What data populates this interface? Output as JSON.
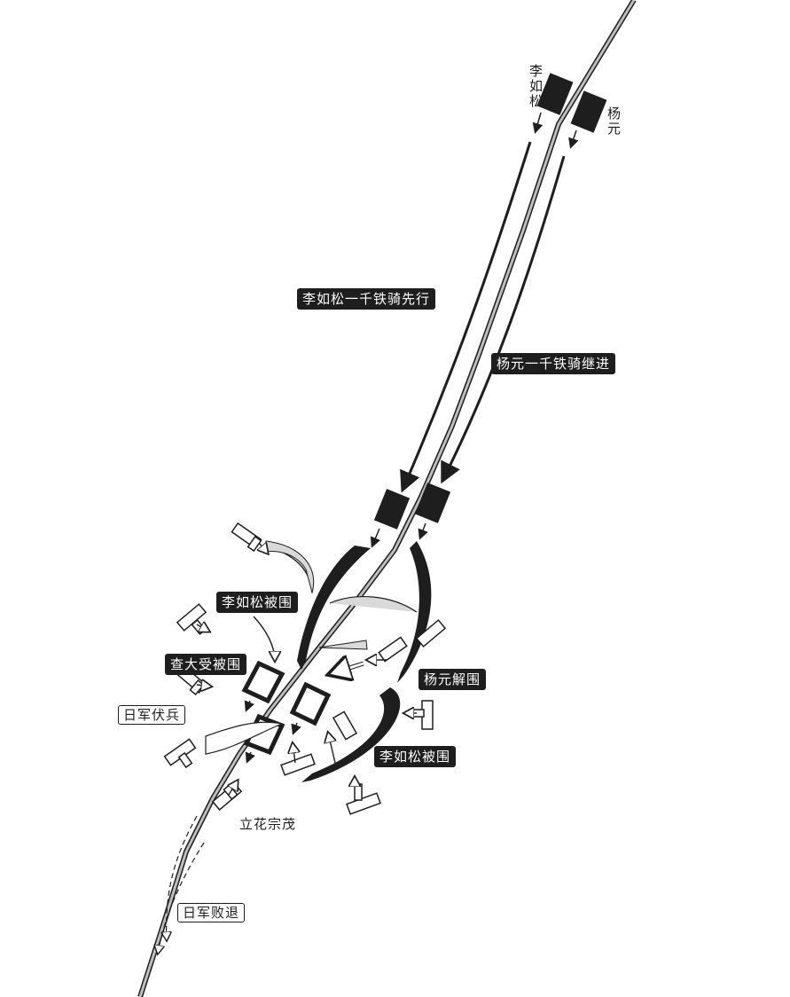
{
  "commanders": {
    "li_rusong": "李如松",
    "yang_yuan": "杨元"
  },
  "labels": {
    "li_advance": "李如松一千铁骑先行",
    "yang_follow": "杨元一千铁骑继进",
    "li_besieged_1": "李如松被围",
    "cha_besieged": "查大受被围",
    "japanese_ambush": "日军伏兵",
    "yang_relief": "杨元解围",
    "li_besieged_2": "李如松被围",
    "tachibana": "立花宗茂",
    "japanese_retreat": "日军败退"
  },
  "colors": {
    "ink": "#1e1e1e",
    "road": "#9a9a9a",
    "ambush_fill": "#d9d9d9",
    "background": "#ffffff"
  }
}
